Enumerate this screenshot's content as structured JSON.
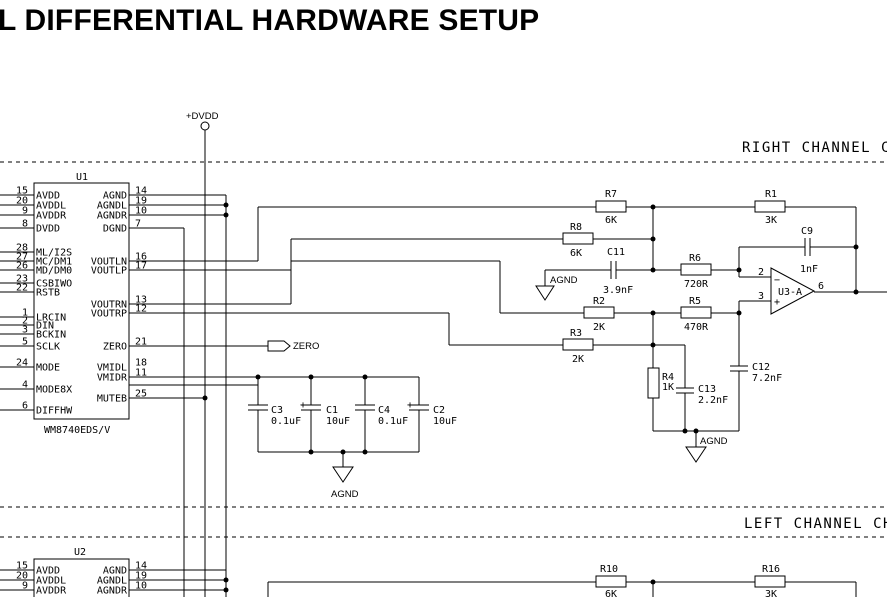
{
  "title": "L DIFFERENTIAL HARDWARE SETUP",
  "sections": {
    "right": "RIGHT CHANNEL C",
    "left": "LEFT CHANNEL CH"
  },
  "power": {
    "dvdd": "+DVDD"
  },
  "u1": {
    "ref": "U1",
    "part": "WM8740EDS/V",
    "pins_left": [
      {
        "num": "15",
        "name": "AVDD"
      },
      {
        "num": "20",
        "name": "AVDDL"
      },
      {
        "num": "9",
        "name": "AVDDR"
      },
      {
        "num": "8",
        "name": "DVDD"
      },
      {
        "num": "28",
        "name": "ML/I2S"
      },
      {
        "num": "27",
        "name": "MC/DM1"
      },
      {
        "num": "26",
        "name": "MD/DM0"
      },
      {
        "num": "23",
        "name": "CSBIWO"
      },
      {
        "num": "22",
        "name": "RSTB"
      },
      {
        "num": "1",
        "name": "LRCIN"
      },
      {
        "num": "2",
        "name": "DIN"
      },
      {
        "num": "3",
        "name": "BCKIN"
      },
      {
        "num": "5",
        "name": "SCLK"
      },
      {
        "num": "24",
        "name": "MODE"
      },
      {
        "num": "4",
        "name": "MODE8X"
      },
      {
        "num": "6",
        "name": "DIFFHW"
      }
    ],
    "pins_right": [
      {
        "num": "14",
        "name": "AGND"
      },
      {
        "num": "19",
        "name": "AGNDL"
      },
      {
        "num": "10",
        "name": "AGNDR"
      },
      {
        "num": "7",
        "name": "DGND"
      },
      {
        "num": "16",
        "name": "VOUTLN"
      },
      {
        "num": "17",
        "name": "VOUTLP"
      },
      {
        "num": "13",
        "name": "VOUTRN"
      },
      {
        "num": "12",
        "name": "VOUTRP"
      },
      {
        "num": "21",
        "name": "ZERO"
      },
      {
        "num": "18",
        "name": "VMIDL"
      },
      {
        "num": "11",
        "name": "VMIDR"
      },
      {
        "num": "25",
        "name": "MUTEB"
      }
    ]
  },
  "u2": {
    "ref": "U2",
    "pins_left": [
      {
        "num": "15",
        "name": "AVDD"
      },
      {
        "num": "20",
        "name": "AVDDL"
      },
      {
        "num": "9",
        "name": "AVDDR"
      }
    ],
    "pins_right": [
      {
        "num": "14",
        "name": "AGND"
      },
      {
        "num": "19",
        "name": "AGNDL"
      },
      {
        "num": "10",
        "name": "AGNDR"
      }
    ]
  },
  "zero_net": "ZERO",
  "agnd_label": "AGND",
  "opamp": {
    "ref": "U3-A",
    "pin_inv": "2",
    "pin_noninv": "3",
    "pin_out": "6",
    "minus": "−",
    "plus": "+"
  },
  "components": {
    "R7": {
      "ref": "R7",
      "value": "6K"
    },
    "R1": {
      "ref": "R1",
      "value": "3K"
    },
    "C9": {
      "ref": "C9",
      "value": "1nF"
    },
    "R8": {
      "ref": "R8",
      "value": "6K"
    },
    "C11": {
      "ref": "C11",
      "value": "3.9nF"
    },
    "R6": {
      "ref": "R6",
      "value": "720R"
    },
    "R2": {
      "ref": "R2",
      "value": "2K"
    },
    "R5": {
      "ref": "R5",
      "value": "470R"
    },
    "R3": {
      "ref": "R3",
      "value": "2K"
    },
    "R4": {
      "ref": "R4",
      "value": "1K"
    },
    "C13": {
      "ref": "C13",
      "value": "2.2nF"
    },
    "C12": {
      "ref": "C12",
      "value": "7.2nF"
    },
    "C3": {
      "ref": "C3",
      "value": "0.1uF"
    },
    "C1": {
      "ref": "C1",
      "value": "10uF"
    },
    "C4": {
      "ref": "C4",
      "value": "0.1uF"
    },
    "C2": {
      "ref": "C2",
      "value": "10uF"
    },
    "R10": {
      "ref": "R10",
      "value": "6K"
    },
    "R16": {
      "ref": "R16",
      "value": "3K"
    }
  },
  "cap_plus": "+"
}
